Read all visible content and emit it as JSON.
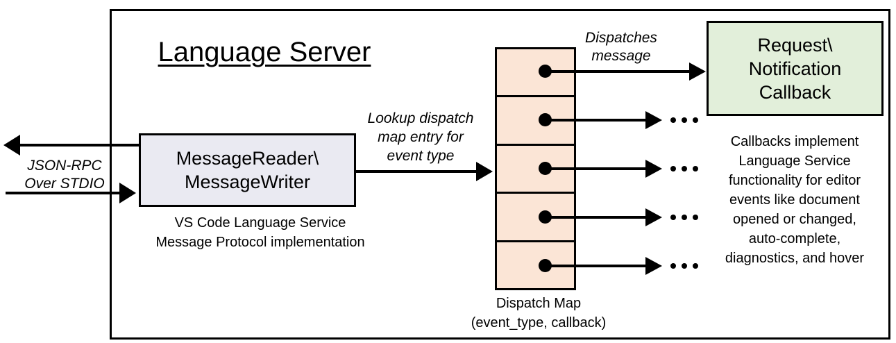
{
  "canvas": {
    "background": "#FFFFFF",
    "ink": "#000000"
  },
  "outer_box": {
    "title": "Language Server"
  },
  "io_arrows": {
    "label_lines": [
      "JSON-RPC",
      "Over STDIO"
    ]
  },
  "message_box": {
    "fill": "#EAEAF2",
    "lines": [
      "MessageReader\\",
      "MessageWriter"
    ],
    "caption_lines": [
      "VS Code Language Service",
      "Message Protocol implementation"
    ]
  },
  "lookup_arrow": {
    "label_lines": [
      "Lookup dispatch",
      "map entry for",
      "event type"
    ]
  },
  "dispatch_map": {
    "fill": "#FBE5D6",
    "cells": 5,
    "ellipsis": "...",
    "caption_lines": [
      "Dispatch Map",
      "(event_type, callback)"
    ]
  },
  "dispatch_arrow": {
    "label_lines": [
      "Dispatches",
      "message"
    ]
  },
  "callback_box": {
    "fill": "#E2EFDA",
    "lines": [
      "Request\\",
      "Notification",
      "Callback"
    ]
  },
  "callbacks_note": {
    "lines": [
      "Callbacks implement",
      "Language Service",
      "functionality for editor",
      "events like document",
      "opened or changed,",
      "auto-complete,",
      "diagnostics, and hover"
    ]
  }
}
